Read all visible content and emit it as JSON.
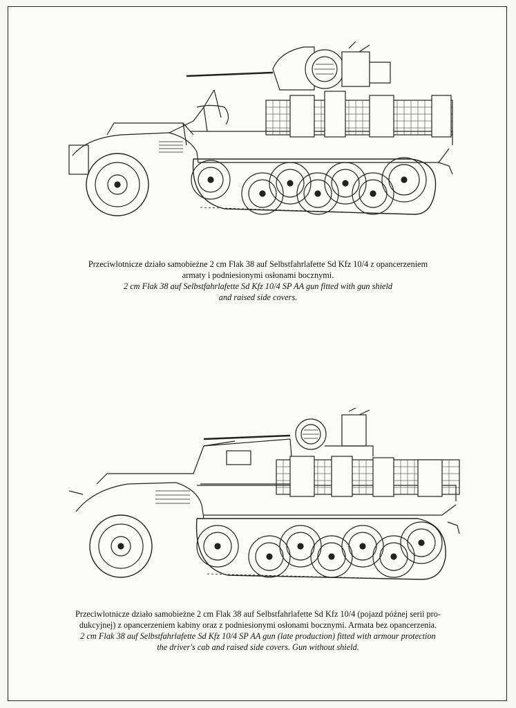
{
  "plates": [
    {
      "caption_pl_line1": "Przeciwlotnicze działo samobieżne 2 cm Flak 38 auf Selbstfahrlafette Sd Kfz 10/4 z opancerzeniem",
      "caption_pl_line2": "armaty i podniesionymi osłonami bocznymi.",
      "caption_en_line1": "2 cm Flak 38 auf Selbstfahrlafette Sd Kfz 10/4 SP AA gun fitted with gun shield",
      "caption_en_line2": "and raised side covers."
    },
    {
      "caption_pl_line1": "Przeciwlotnicze działo samobieżne 2 cm Flak 38 auf Selbstfahrlafette Sd Kfz 10/4 (pojazd późnej serii pro-",
      "caption_pl_line2": "dukcyjnej) z opancerzeniem  kabiny oraz  z podniesionymi osłonami bocznymi. Armata bez opancerzenia.",
      "caption_en_line1": "2 cm Flak 38 auf Selbstfahrlafette Sd Kfz 10/4 SP AA gun (late production) fitted with armour protection",
      "caption_en_line2": "the driver's cab and raised side covers. Gun without shield."
    }
  ]
}
